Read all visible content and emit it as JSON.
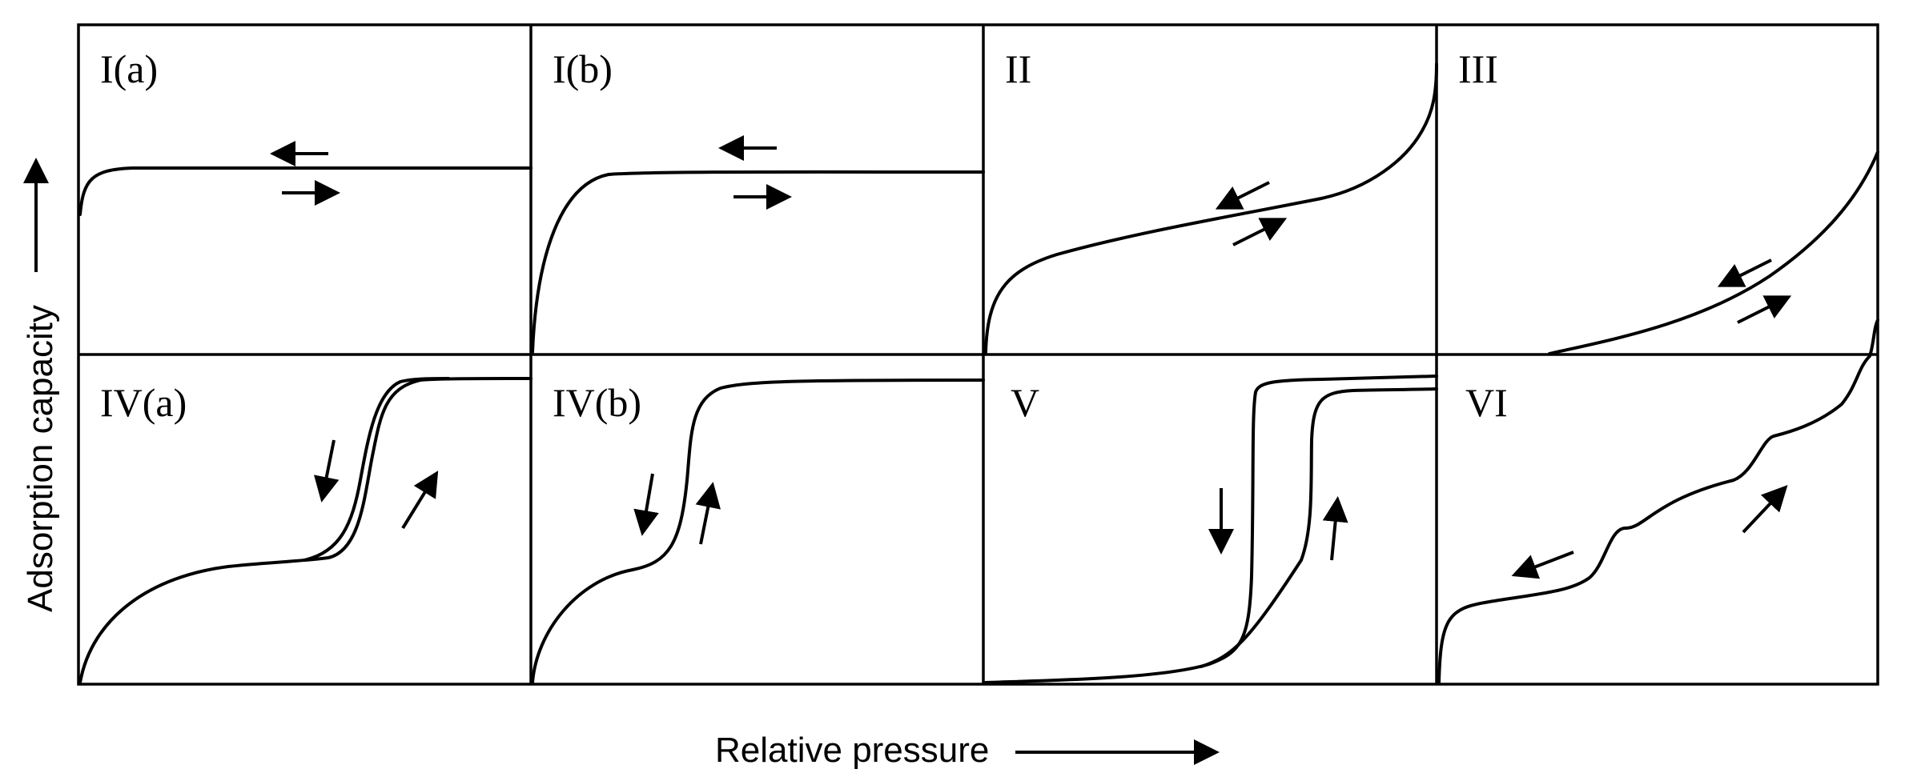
{
  "chart_data": {
    "type": "line",
    "xlabel": "Relative pressure",
    "ylabel": "Adsorption capacity",
    "grid": false,
    "panels": [
      {
        "label": "I(a)"
      },
      {
        "label": "I(b)"
      },
      {
        "label": "II"
      },
      {
        "label": "III"
      },
      {
        "label": "IV(a)"
      },
      {
        "label": "IV(b)"
      },
      {
        "label": "V"
      },
      {
        "label": "VI"
      }
    ]
  }
}
